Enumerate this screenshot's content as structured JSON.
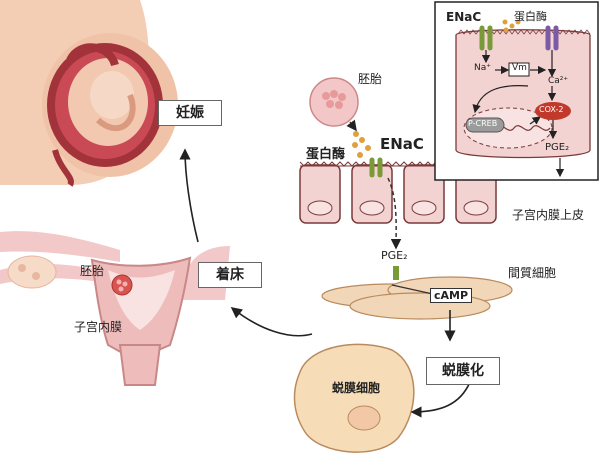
{
  "labels": {
    "embryo": "胚胎",
    "enac_main": "ENaC",
    "protease_main": "蛋白酶",
    "epithelium": "子宫内膜上皮",
    "pge2_mid": "PGE₂",
    "stromal": "間質細胞",
    "camp": "cAMP",
    "decidual_cell": "蜕膜细胞",
    "uterus_embryo": "胚胎",
    "endometrium": "子宫内膜"
  },
  "boxes": {
    "pregnancy": "妊娠",
    "implantation": "着床",
    "decidualization": "蜕膜化"
  },
  "inset": {
    "enac": "ENaC",
    "protease": "蛋白酶",
    "na": "Na⁺",
    "vm": "Vm",
    "ca": "Ca²⁺",
    "pcreb": "P-CREB",
    "cox2": "COX-2",
    "pge2": "PGE₂"
  },
  "colors": {
    "epithelium_fill": "#f3d2d2",
    "epithelium_stroke": "#7a3a3a",
    "enac_green": "#7a9a3a",
    "enac_purple": "#7b5aa6",
    "protease_dot": "#e0a040",
    "cox2_red": "#c0392b",
    "stromal_fill": "#f2d6b8",
    "decidual_fill": "#f6ddb8"
  }
}
